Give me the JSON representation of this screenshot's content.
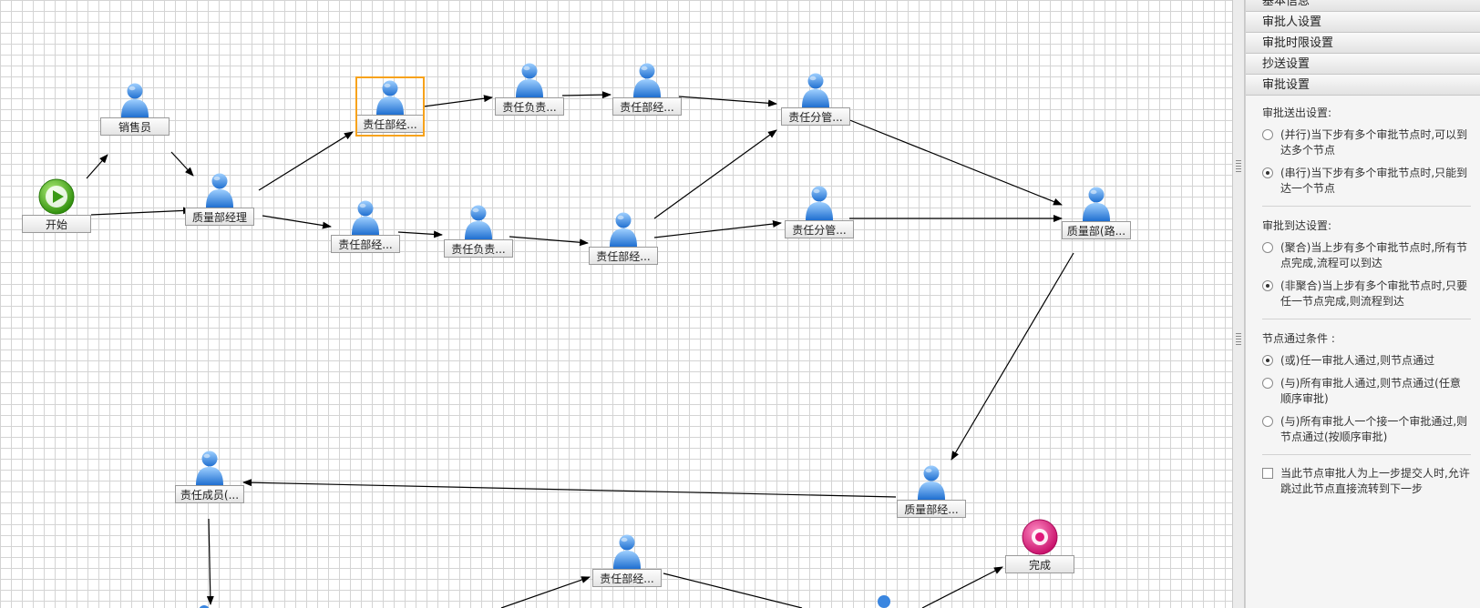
{
  "canvas": {
    "nodes": {
      "start": {
        "label": "开始",
        "icon": "start-icon",
        "color": "#4caf1e"
      },
      "sales": {
        "label": "销售员",
        "icon": "user-icon"
      },
      "quality_mgr": {
        "label": "质量部经理",
        "icon": "user-icon"
      },
      "resp_dept_1": {
        "label": "责任部经...",
        "icon": "user-icon"
      },
      "resp_head_1": {
        "label": "责任负责...",
        "icon": "user-icon"
      },
      "resp_dept_2": {
        "label": "责任部经...",
        "icon": "user-icon"
      },
      "resp_branch_1": {
        "label": "责任分管...",
        "icon": "user-icon"
      },
      "resp_dept_3": {
        "label": "责任部经...",
        "icon": "user-icon"
      },
      "resp_head_2": {
        "label": "责任负责...",
        "icon": "user-icon"
      },
      "resp_dept_4": {
        "label": "责任部经...",
        "icon": "user-icon"
      },
      "resp_branch_2": {
        "label": "责任分管...",
        "icon": "user-icon"
      },
      "quality_route": {
        "label": "质量部(路...",
        "icon": "user-icon"
      },
      "quality_mgr_2": {
        "label": "质量部经...",
        "icon": "user-icon"
      },
      "resp_member": {
        "label": "责任成员(...",
        "icon": "user-icon"
      },
      "resp_dept_5": {
        "label": "责任部经...",
        "icon": "user-icon"
      },
      "finish": {
        "label": "完成",
        "icon": "finish-icon",
        "color": "#e0187a"
      }
    },
    "selected_node": "resp_dept_1",
    "selection_color": "#f7a21b"
  },
  "sidebar": {
    "sections": [
      "基本信息",
      "审批人设置",
      "审批时限设置",
      "抄送设置",
      "审批设置"
    ],
    "send_settings": {
      "title": "审批送出设置:",
      "options": [
        {
          "text": "(并行)当下步有多个审批节点时,可以到达多个节点",
          "checked": false
        },
        {
          "text": "(串行)当下步有多个审批节点时,只能到达一个节点",
          "checked": true
        }
      ]
    },
    "arrive_settings": {
      "title": "审批到达设置:",
      "options": [
        {
          "text": "(聚合)当上步有多个审批节点时,所有节点完成,流程可以到达",
          "checked": false
        },
        {
          "text": "(非聚合)当上步有多个审批节点时,只要任一节点完成,则流程到达",
          "checked": true
        }
      ]
    },
    "pass_condition": {
      "title": "节点通过条件 :",
      "options": [
        {
          "text": "(或)任一审批人通过,则节点通过",
          "checked": true
        },
        {
          "text": "(与)所有审批人通过,则节点通过(任意顺序审批)",
          "checked": false
        },
        {
          "text": "(与)所有审批人一个接一个审批通过,则节点通过(按顺序审批)",
          "checked": false
        }
      ]
    },
    "skip_option": {
      "text": "当此节点审批人为上一步提交人时,允许跳过此节点直接流转到下一步",
      "checked": false
    }
  }
}
